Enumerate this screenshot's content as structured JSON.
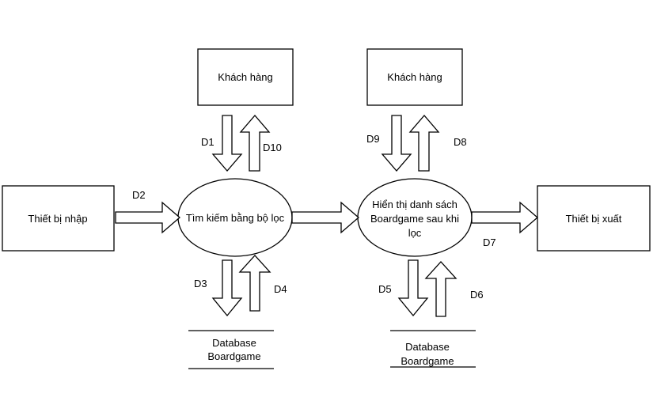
{
  "entities": {
    "customer_left": "Khách hàng",
    "customer_right": "Khách hàng",
    "input_device": "Thiết bị nhập",
    "output_device": "Thiết bị xuất"
  },
  "processes": {
    "search": "Tìm kiếm bằng bộ lọc",
    "display": {
      "line1": "Hiển thị danh sách",
      "line2": "Boardgame sau khi",
      "line3": "lọc"
    }
  },
  "stores": {
    "left": {
      "line1": "Database",
      "line2": "Boardgame"
    },
    "right": {
      "line1": "Database",
      "line2": "Boardgame"
    }
  },
  "flows": {
    "d1": "D1",
    "d2": "D2",
    "d3": "D3",
    "d4": "D4",
    "d5": "D5",
    "d6": "D6",
    "d7": "D7",
    "d8": "D8",
    "d9": "D9",
    "d10": "D10"
  }
}
